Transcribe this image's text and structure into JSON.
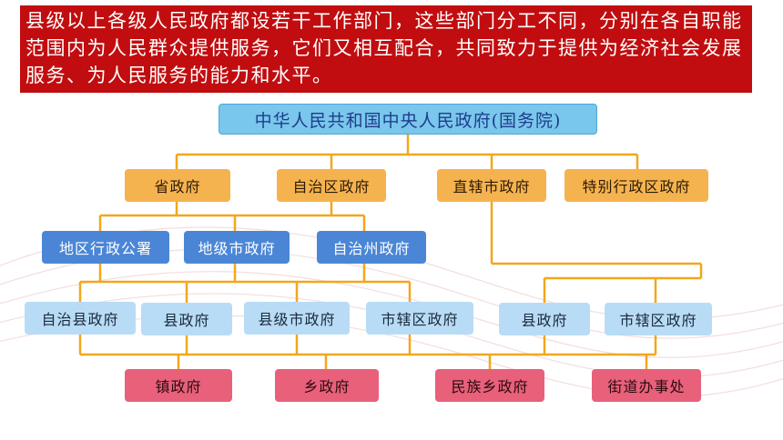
{
  "banner": {
    "text": "县级以上各级人民政府都设若干工作部门，这些部门分工不同，分别在各自职能范围内为人民群众提供服务，它们又相互配合，共同致力于提供为经济社会发展服务、为人民服务的能力和水平。"
  },
  "colors": {
    "banner_bg": "#c10d0f",
    "connector": "#f2a71c",
    "root_node": "#79c7ec",
    "province_nodes": "#f5b34f",
    "prefecture_nodes": "#4b86d6",
    "county_nodes": "#b9dcf6",
    "township_nodes": "#e8607a"
  },
  "chart": {
    "root": "中华人民共和国中央人民政府(国务院)",
    "provincial": [
      "省政府",
      "自治区政府",
      "直辖市政府",
      "特别行政区政府"
    ],
    "prefectural": [
      "地区行政公署",
      "地级市政府",
      "自治州政府"
    ],
    "county": [
      "自治县政府",
      "县政府",
      "县级市政府",
      "市辖区政府",
      "县政府",
      "市辖区政府"
    ],
    "township": [
      "镇政府",
      "乡政府",
      "民族乡政府",
      "街道办事处"
    ]
  }
}
